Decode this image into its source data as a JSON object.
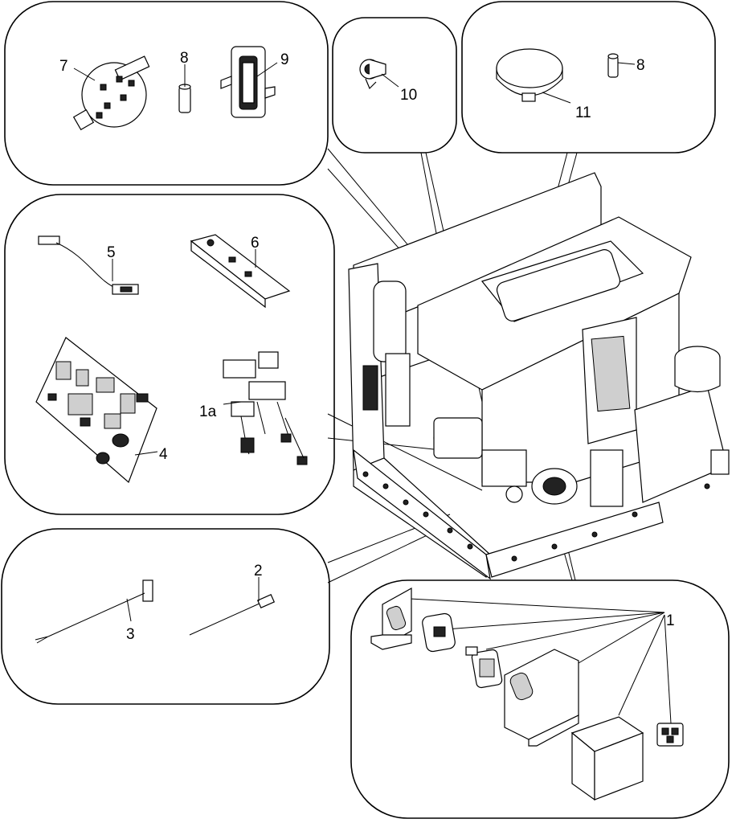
{
  "callouts": {
    "c7": "7",
    "c8a": "8",
    "c9": "9",
    "c10": "10",
    "c11": "11",
    "c8b": "8",
    "c5": "5",
    "c6": "6",
    "c1a": "1a",
    "c4": "4",
    "c2": "2",
    "c3": "3",
    "c1": "1"
  }
}
